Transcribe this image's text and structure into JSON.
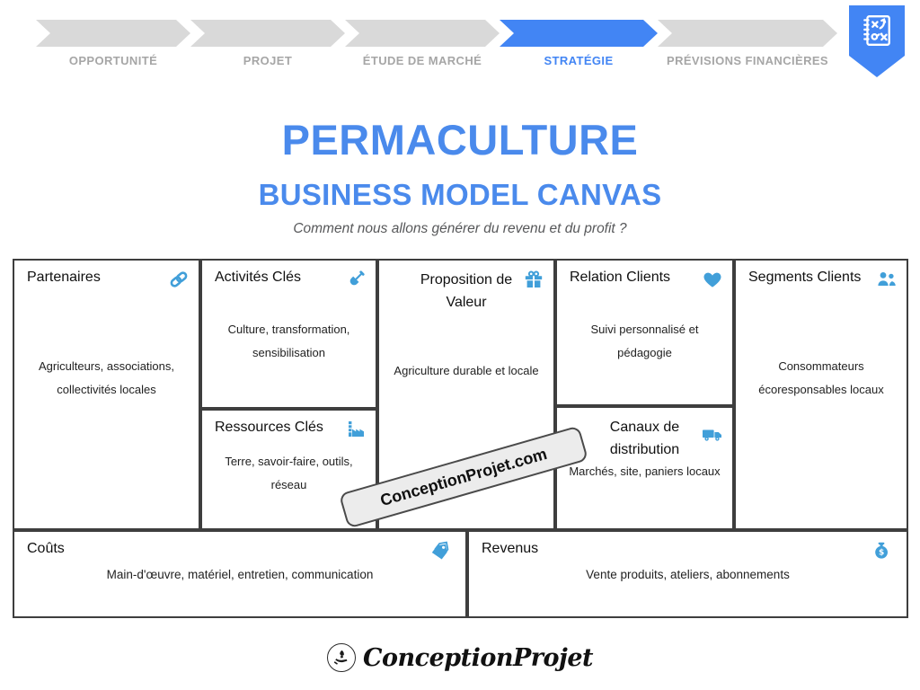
{
  "nav": {
    "steps": [
      {
        "label": "OPPORTUNITÉ",
        "active": false
      },
      {
        "label": "PROJET",
        "active": false
      },
      {
        "label": "ÉTUDE DE MARCHÉ",
        "active": false
      },
      {
        "label": "STRATÉGIE",
        "active": true
      },
      {
        "label": "PRÉVISIONS FINANCIÈRES",
        "active": false
      }
    ],
    "bookmark_icon": "strategy-playbook-icon"
  },
  "header": {
    "title": "PERMACULTURE",
    "subtitle": "BUSINESS MODEL CANVAS",
    "tagline": "Comment nous allons générer du revenu et du profit ?"
  },
  "canvas": {
    "partenaires": {
      "title": "Partenaires",
      "icon": "chain-link-icon",
      "body": "Agriculteurs, associations,\ncollectivités locales"
    },
    "activites": {
      "title": "Activités Clés",
      "icon": "shovel-icon",
      "body": "Culture, transformation,\nsensibilisation"
    },
    "ressources": {
      "title": "Ressources Clés",
      "icon": "factory-icon",
      "body": "Terre, savoir-faire, outils, réseau"
    },
    "proposition": {
      "title": "Proposition de\nValeur",
      "icon": "gift-icon",
      "body": "Agriculture durable et locale"
    },
    "relation": {
      "title": "Relation Clients",
      "icon": "heart-icon",
      "body": "Suivi personnalisé et\npédagogie"
    },
    "canaux": {
      "title": "Canaux de\ndistribution",
      "icon": "truck-icon",
      "body": "Marchés, site, paniers locaux"
    },
    "segments": {
      "title": "Segments Clients",
      "icon": "people-icon",
      "body": "Consommateurs\nécoresponsables locaux"
    },
    "couts": {
      "title": "Coûts",
      "icon": "tags-icon",
      "body": "Main-d'œuvre, matériel, entretien, communication"
    },
    "revenus": {
      "title": "Revenus",
      "icon": "money-bag-icon",
      "body": "Vente produits, ateliers, abonnements"
    }
  },
  "watermark": {
    "text": "ConceptionProjet.com"
  },
  "footer": {
    "logo_text": "ConceptionProjet",
    "logo_icon": "hand-rocket-icon"
  },
  "colors": {
    "accent_blue": "#4285f4",
    "title_blue": "#4a8aec",
    "icon_blue": "#419fd9",
    "chevron_gray": "#d9d9d9",
    "nav_label_gray": "#a6a6a6",
    "grid_border": "#3e3e3e"
  }
}
